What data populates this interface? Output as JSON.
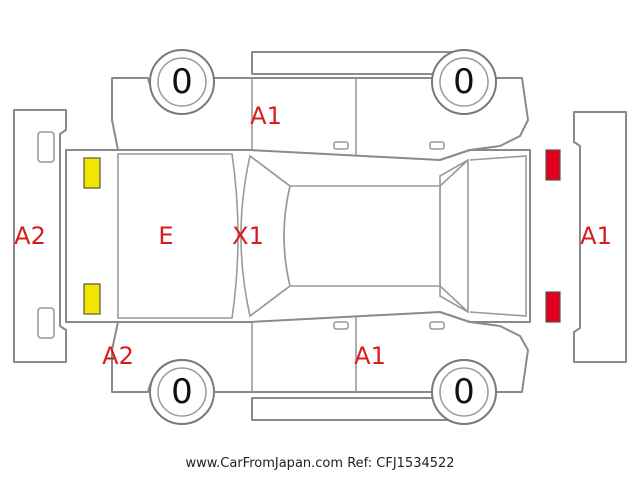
{
  "colors": {
    "damage_label": "#d81b1b",
    "outline": "#8a8a8a",
    "headlight": "#f2e600",
    "taillight": "#e0001b"
  },
  "tires": {
    "front_left": "0",
    "rear_left": "0",
    "front_right": "0",
    "rear_right": "0"
  },
  "damage_marks": {
    "rear_left_door": "A1",
    "front_bumper": "A2",
    "front_left_corner": "A2",
    "hood": "E",
    "windshield": "X1",
    "rear_bumper": "A1",
    "front_right_door": "A1"
  },
  "footer": {
    "site": "www.CarFromJapan.com",
    "ref": "Ref: CFJ1534522"
  }
}
